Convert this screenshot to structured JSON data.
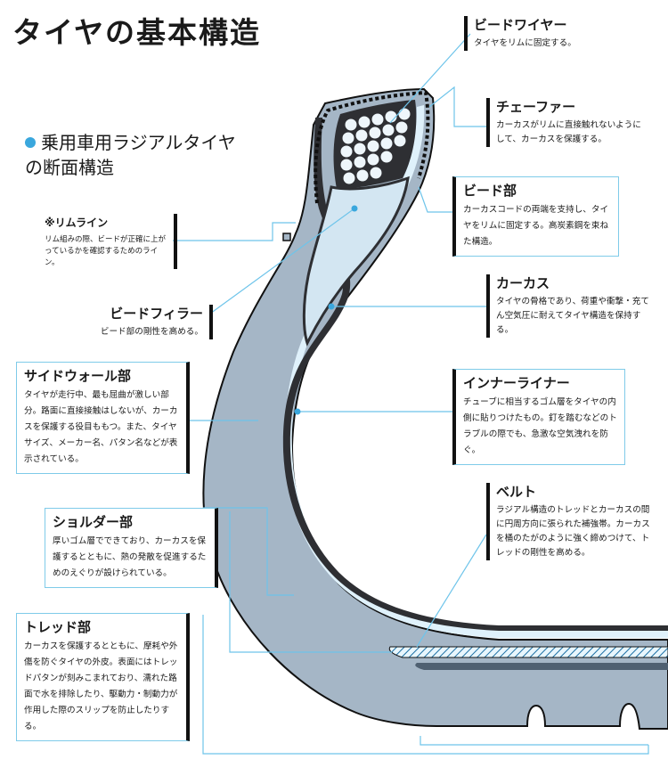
{
  "title": "タイヤの基本構造",
  "subtitle_line1": "乗用車用ラジアルタイヤ",
  "subtitle_line2": "の断面構造",
  "labels": {
    "bead_wire": {
      "title": "ビードワイヤー",
      "desc": "タイヤをリムに固定する。"
    },
    "chafer": {
      "title": "チェーファー",
      "desc": "カーカスがリムに直接触れないようにして、カーカスを保護する。"
    },
    "bead": {
      "title": "ビード部",
      "desc": "カーカスコードの両端を支持し、タイヤをリムに固定する。高炭素鋼を束ねた構造。"
    },
    "carcass": {
      "title": "カーカス",
      "desc": "タイヤの骨格であり、荷重や衝撃・充てん空気圧に耐えてタイヤ構造を保持する。"
    },
    "inner_liner": {
      "title": "インナーライナー",
      "desc": "チューブに相当するゴム層をタイヤの内側に貼りつけたもの。釘を踏むなどのトラブルの際でも、急激な空気洩れを防ぐ。"
    },
    "belt": {
      "title": "ベルト",
      "desc": "ラジアル構造のトレッドとカーカスの間に円周方向に張られた補強帯。カーカスを桶のたがのように強く締めつけて、トレッドの剛性を高める。"
    },
    "rim_line": {
      "title": "※リムライン",
      "desc": "リム組みの際、ビードが正確に上がっているかを確認するためのライン。"
    },
    "bead_filler": {
      "title": "ビードフィラー",
      "desc": "ビード部の剛性を高める。"
    },
    "sidewall": {
      "title": "サイドウォール部",
      "desc": "タイヤが走行中、最も屈曲が激しい部分。路面に直接接触はしないが、カーカスを保護する役目ももつ。また、タイヤサイズ、メーカー名、パタン名などが表示されている。"
    },
    "shoulder": {
      "title": "ショルダー部",
      "desc": "厚いゴム層でできており、カーカスを保護するとともに、熱の発散を促進するためのえぐりが設けられている。"
    },
    "tread": {
      "title": "トレッド部",
      "desc": "カーカスを保護するとともに、摩耗や外傷を防ぐタイヤの外皮。表面にはトレッドパタンが刻みこまれており、濡れた路面で水を排除したり、駆動力・制動力が作用した際のスリップを防止したりする。"
    }
  },
  "colors": {
    "rubber": "#a5b6c6",
    "inner_liner": "#dff1fb",
    "carcass": "#2e2f33",
    "filler": "#d3e6f2",
    "leader": "#6ec4ea",
    "accent_dot": "#3aa7dd"
  }
}
